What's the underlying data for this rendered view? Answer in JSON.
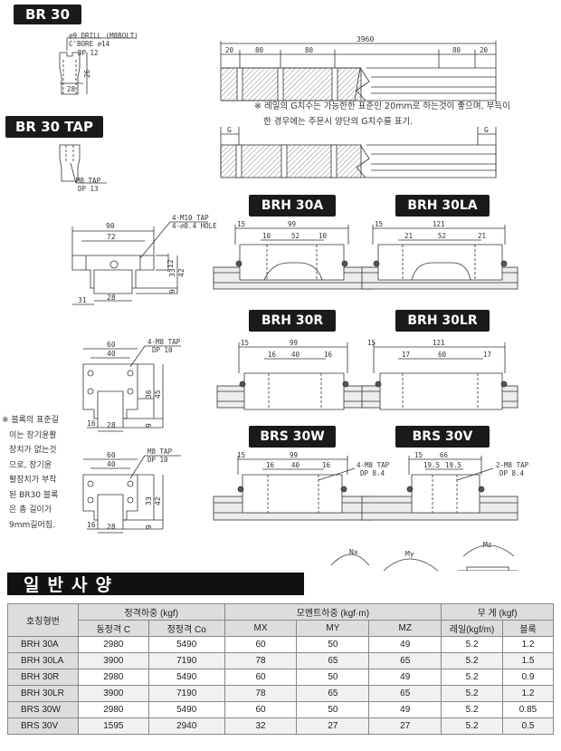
{
  "headings": {
    "br30": "BR 30",
    "br30tap": "BR 30 TAP",
    "brh30a": "BRH 30A",
    "brh30la": "BRH 30LA",
    "brh30r": "BRH 30R",
    "brh30lr": "BRH 30LR",
    "brs30w": "BRS 30W",
    "brs30v": "BRS 30V"
  },
  "rail_profile": {
    "drill": "⌀9 DRILL (M8BOLT)",
    "cbore": "C'BORE ⌀14",
    "dp": "DP 12",
    "width": "28",
    "height": "26"
  },
  "tap_profile": {
    "tap": "M8 TAP",
    "dp": "DP 13"
  },
  "rail_side": {
    "total": "3960",
    "d20a": "20",
    "d80a": "80",
    "d80b": "80",
    "d80c": "80",
    "d20b": "20",
    "g1": "G",
    "g2": "G"
  },
  "rail_note_lines": [
    "※ 레일의 G치수는 가능한한 표준인 20mm로 하는것이 좋으며, 부득이",
    "한 경우에는 주문시 양단의 G치수를 표기."
  ],
  "block_a_front": {
    "w90": "90",
    "w72": "72",
    "w31": "31",
    "w28": "28",
    "h12": "12",
    "h33": "33",
    "h42": "42",
    "h9": "9",
    "tap": "4-M10 TAP",
    "hole": "4-⌀8.4 HOLE"
  },
  "block_r_front": {
    "w60": "60",
    "w40": "40",
    "w16": "16",
    "w28": "28",
    "h36": "36",
    "h45": "45",
    "h9": "9",
    "tap": "4-M8 TAP",
    "dp": "DP 10"
  },
  "block_s_front": {
    "w60": "60",
    "w40": "40",
    "w16": "16",
    "w28": "28",
    "h33": "33",
    "h42": "42",
    "h9": "9",
    "tap": "M8 TAP",
    "dp": "DP 10"
  },
  "side_note_lines": [
    "※ 블록의 표준길",
    "이는 장기윤활",
    "장치가 없는것",
    "으로, 장기윤",
    "활장치가 부착",
    "된 BR30 블록",
    "은 총 길이가",
    "9mm길어짐."
  ],
  "dims": {
    "brh30a": [
      "15",
      "99",
      "10",
      "52",
      "10"
    ],
    "brh30la": [
      "15",
      "121",
      "21",
      "52",
      "21"
    ],
    "brh30r": [
      "15",
      "99",
      "16",
      "40",
      "16"
    ],
    "brh30lr": [
      "15",
      "121",
      "17",
      "60",
      "17"
    ],
    "brs30w": [
      "15",
      "99",
      "16",
      "40",
      "16"
    ],
    "brs30v": [
      "15",
      "66",
      "19.5",
      "19.5"
    ]
  },
  "brs30w_tap": "4-M8 TAP",
  "brs30w_dp": "DP 8.4",
  "brs30v_tap": "2-M8 TAP",
  "brs30v_dp": "DP 8.4",
  "moments": {
    "nx": "Nx",
    "my": "My",
    "mz": "Mz"
  },
  "spec": {
    "banner": "일반사양",
    "headers": {
      "model": "호칭형번",
      "load": "정격하중 (kgf)",
      "moment": "모멘트하중 (kgf·m)",
      "weight": "무    게 (kgf)",
      "dynamic": "동정격 C",
      "static": "정정격 Co",
      "mx": "MX",
      "my": "MY",
      "mz": "MZ",
      "rail": "레일(kgf/m)",
      "block": "블록"
    },
    "rows": [
      {
        "model": "BRH 30A",
        "c": "2980",
        "co": "5490",
        "mx": "60",
        "my": "50",
        "mz": "49",
        "rail": "5.2",
        "block": "1.2"
      },
      {
        "model": "BRH 30LA",
        "c": "3900",
        "co": "7190",
        "mx": "78",
        "my": "65",
        "mz": "65",
        "rail": "5.2",
        "block": "1.5"
      },
      {
        "model": "BRH 30R",
        "c": "2980",
        "co": "5490",
        "mx": "60",
        "my": "50",
        "mz": "49",
        "rail": "5.2",
        "block": "0.9"
      },
      {
        "model": "BRH 30LR",
        "c": "3900",
        "co": "7190",
        "mx": "78",
        "my": "65",
        "mz": "65",
        "rail": "5.2",
        "block": "1.2"
      },
      {
        "model": "BRS 30W",
        "c": "2980",
        "co": "5490",
        "mx": "60",
        "my": "50",
        "mz": "49",
        "rail": "5.2",
        "block": "0.85"
      },
      {
        "model": "BRS 30V",
        "c": "1595",
        "co": "2940",
        "mx": "32",
        "my": "27",
        "mz": "27",
        "rail": "5.2",
        "block": "0.5"
      }
    ]
  }
}
